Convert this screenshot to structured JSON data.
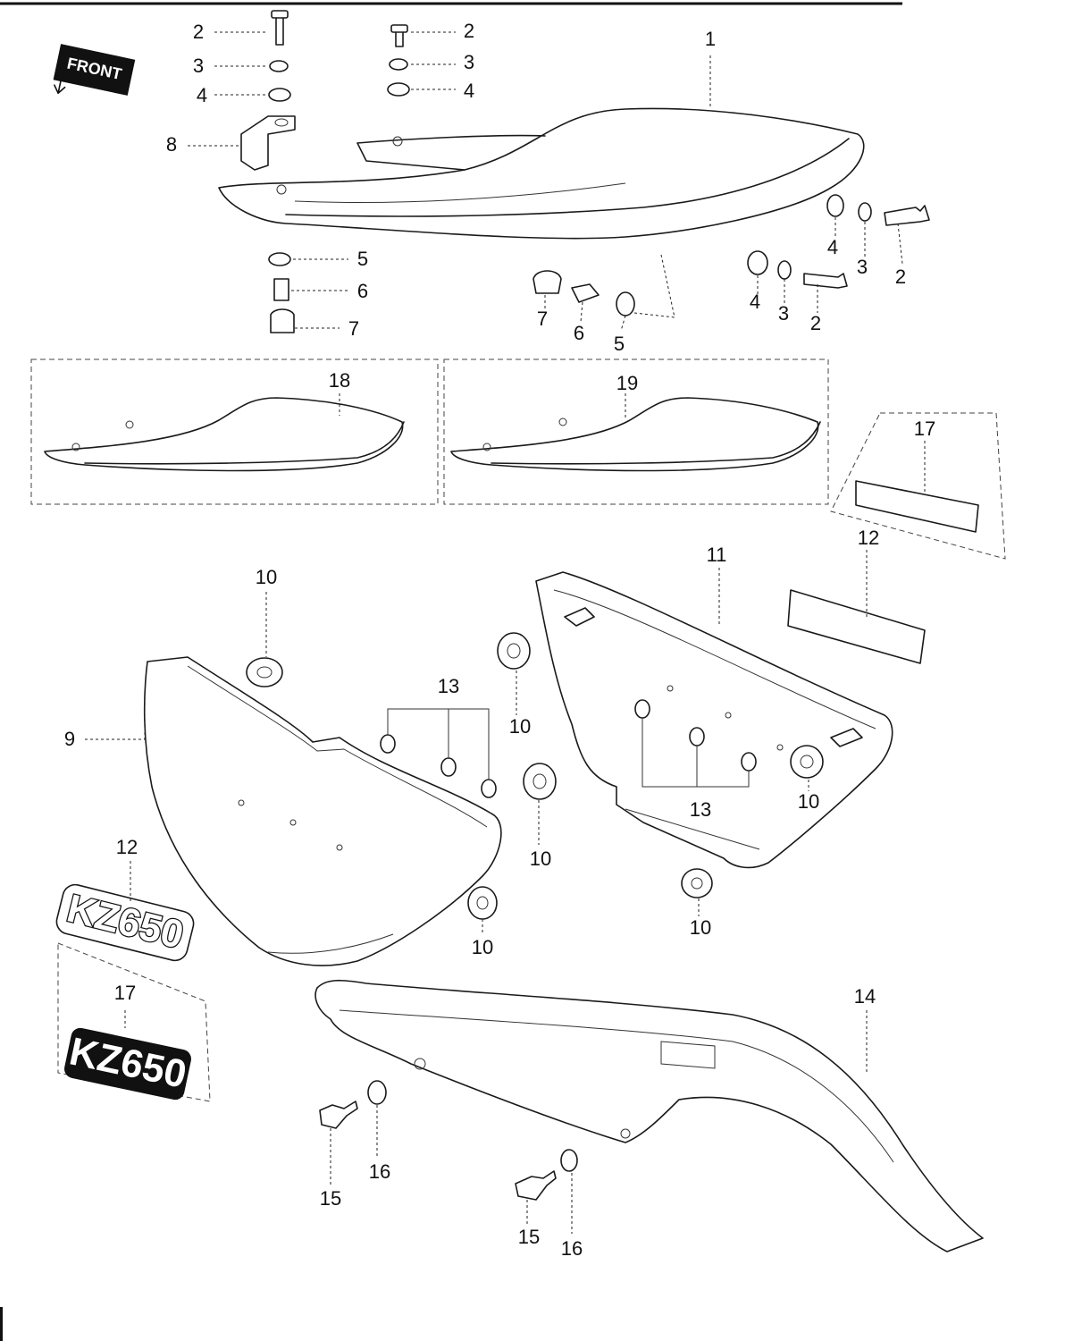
{
  "orientation_badge": {
    "label": "FRONT"
  },
  "callouts": {
    "seat": "1",
    "bolt": "2",
    "lock_washer": "3",
    "flat_washer": "4",
    "damper_washer": "5",
    "collar": "6",
    "rubber_grommet": "7",
    "bracket": "8",
    "left_side_cover": "9",
    "side_cover_damper": "10",
    "right_side_cover": "11",
    "emblem_kz650": "12",
    "nut": "13",
    "tail_cover": "14",
    "tail_bolt": "15",
    "tail_washer": "16",
    "emblem_kz650_variant": "17",
    "seat_variant_a": "18",
    "seat_variant_b": "19"
  },
  "emblems": {
    "emblem_text": "KZ650",
    "emblem_variant_text": "KZ650"
  }
}
